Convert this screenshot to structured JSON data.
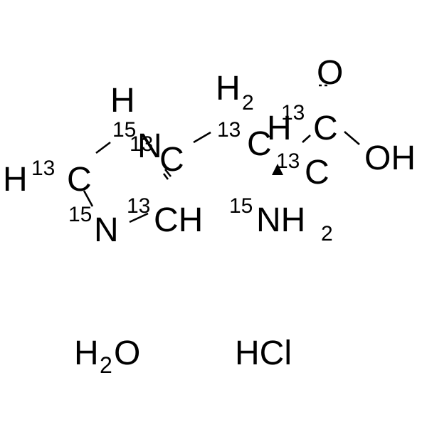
{
  "molecule": {
    "labels": {
      "ring_nh_h": "H",
      "ring_n1_isotope": "15",
      "ring_n1_symbol": "N",
      "ring_c4_isotope": "13",
      "ring_c4_symbol": "C",
      "ring_c5_h": "H",
      "ring_c5_isotope": "13",
      "ring_c5_symbol": "C",
      "ring_n3_isotope": "15",
      "ring_n3_symbol": "N",
      "ring_c2_isotope": "13",
      "ring_c2_symbol": "CH",
      "ch2_h": "H",
      "ch2_sub": "2",
      "ch2_isotope": "13",
      "ch2_symbol": "C",
      "alpha_h": "H",
      "alpha_isotope": "13",
      "alpha_symbol": "C",
      "carboxyl_isotope": "13",
      "carboxyl_symbol": "C",
      "carbonyl_o": "O",
      "hydroxyl": "OH",
      "amine_isotope": "15",
      "amine_symbol": "NH",
      "amine_sub": "2"
    }
  },
  "salt": {
    "water": "H",
    "water_sub": "2",
    "water_o": "O",
    "acid": "HCl"
  }
}
